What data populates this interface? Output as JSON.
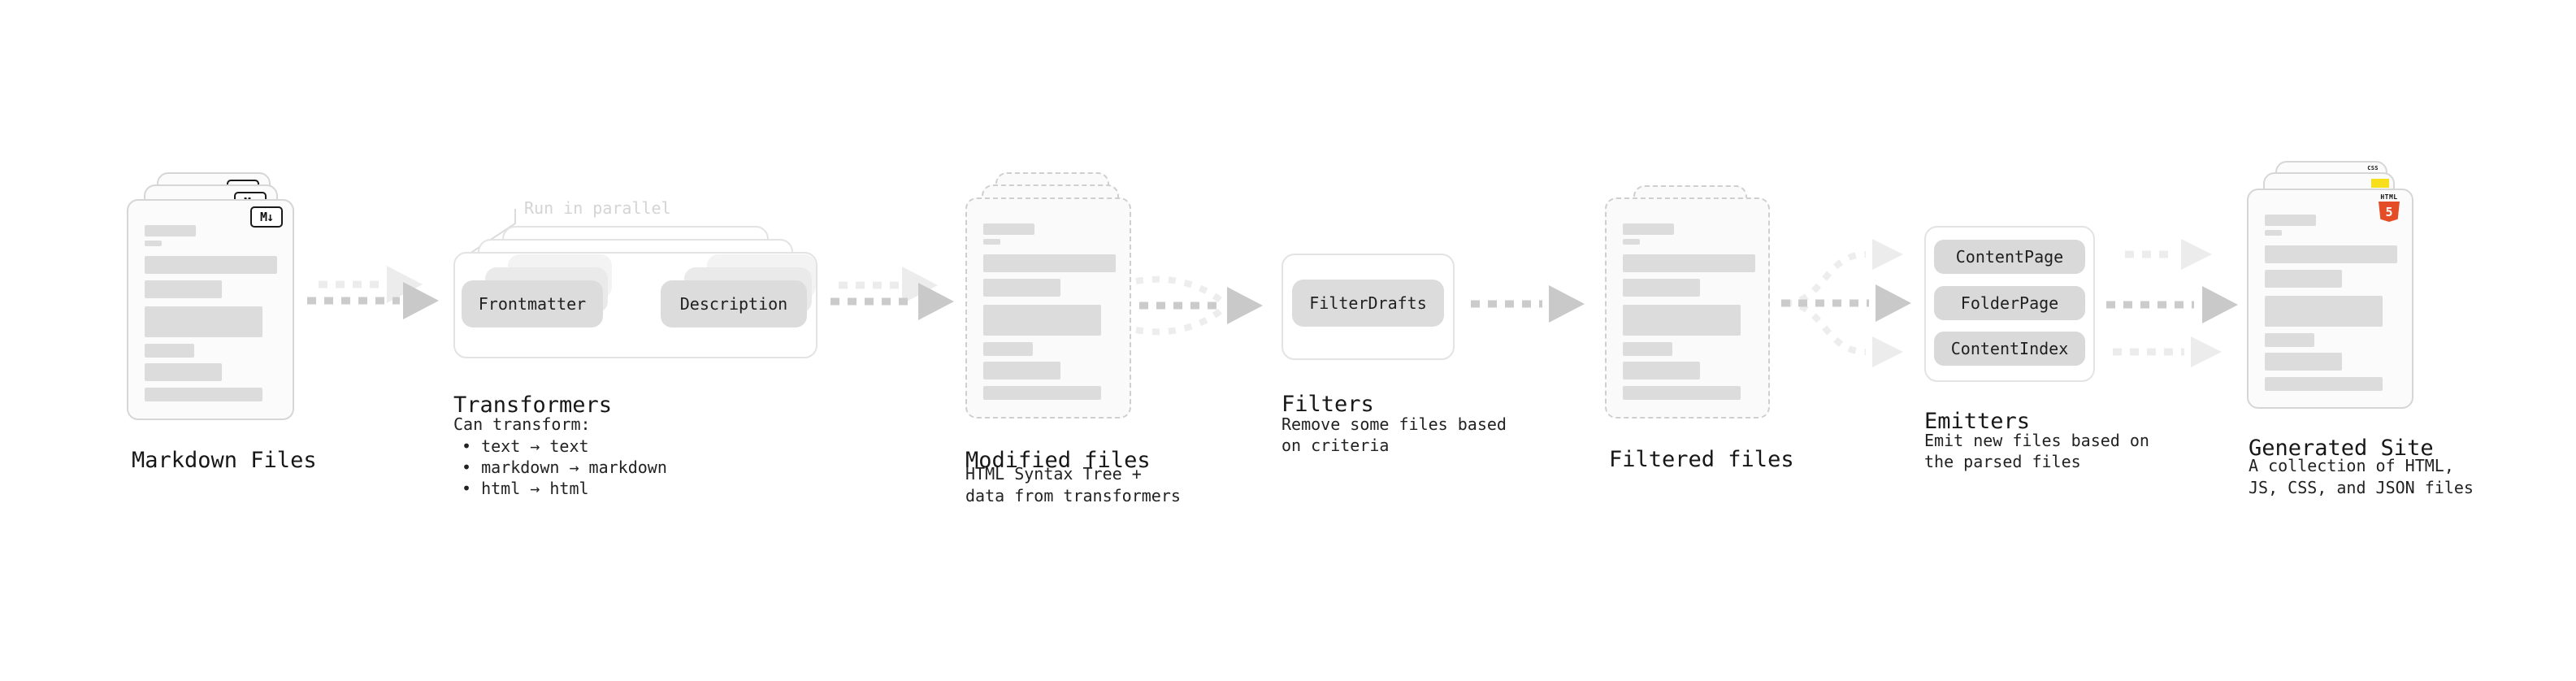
{
  "markdown_files": {
    "title": "Markdown Files",
    "icon_label": "M↓"
  },
  "transformers": {
    "parallel_note": "Run in parallel",
    "pill_left": "Frontmatter",
    "pill_right": "Description",
    "title": "Transformers",
    "caption_heading": "Can transform:",
    "bullets": [
      "• text → text",
      "• markdown → markdown",
      "• html → html"
    ]
  },
  "modified_files": {
    "title": "Modified files",
    "caption_line1": "HTML Syntax Tree +",
    "caption_line2": "data from transformers"
  },
  "filters": {
    "pill": "FilterDrafts",
    "title": "Filters",
    "caption_line1": "Remove some files based",
    "caption_line2": "on criteria"
  },
  "filtered_files": {
    "title": "Filtered files"
  },
  "emitters": {
    "pills": [
      "ContentPage",
      "FolderPage",
      "ContentIndex"
    ],
    "title": "Emitters",
    "caption_line1": "Emit new files based on",
    "caption_line2": "the parsed files"
  },
  "generated_site": {
    "title": "Generated Site",
    "caption_line1": "A collection of HTML,",
    "caption_line2": "JS, CSS, and JSON files",
    "html5_badge_text": "HTML",
    "html5_badge_number": "5",
    "css_badge_text": "CSS"
  },
  "colors": {
    "html5_orange": "#e44d26",
    "js_yellow": "#f7df1e",
    "css_blue": "#2965f1"
  }
}
